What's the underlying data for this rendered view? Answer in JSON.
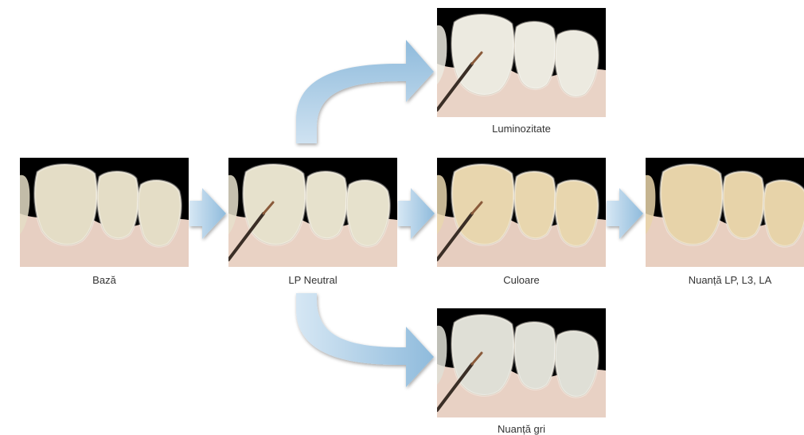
{
  "nodes": {
    "base": {
      "label": "Bază",
      "tint": "#e4ddc6",
      "gum": "#e7cfc2"
    },
    "lp": {
      "label": "LP Neutral",
      "tint": "#e6e1cc",
      "gum": "#e9d2c4",
      "brush": true
    },
    "color": {
      "label": "Culoare",
      "tint": "#e8d6ae",
      "gum": "#e6cdbf",
      "brush": true
    },
    "shade": {
      "label": "Nuanță LP, L3, LA",
      "tint": "#e7d3a9",
      "gum": "#e8cfc0"
    },
    "lum": {
      "label": "Luminozitate",
      "tint": "#eceae0",
      "gum": "#e9d3c6",
      "brush": true
    },
    "grey": {
      "label": "Nuanță gri",
      "tint": "#dfdfd6",
      "gum": "#e8d1c4",
      "brush": true
    }
  },
  "colors": {
    "arrow": "#a9cbe4",
    "arrow_dark": "#6fa3cb",
    "background": "#000000"
  }
}
